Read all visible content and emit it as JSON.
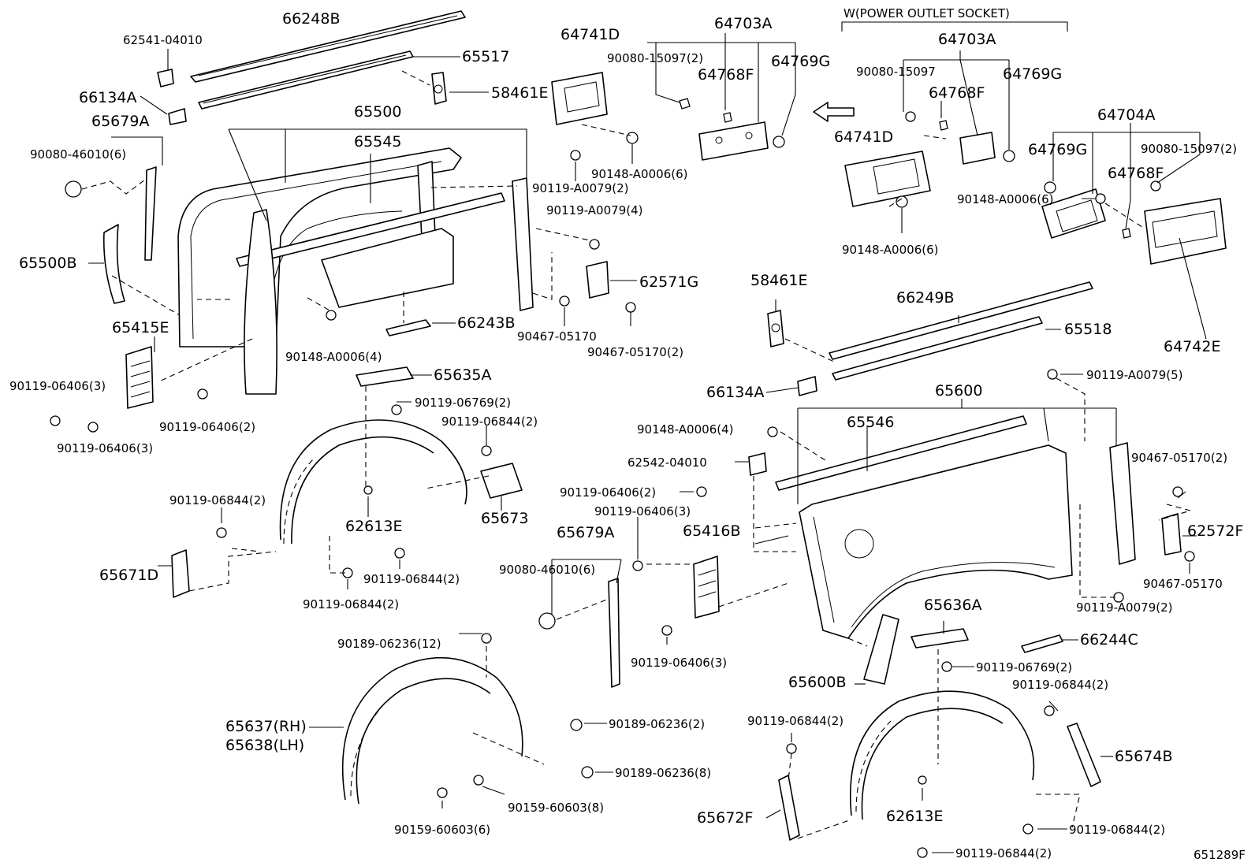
{
  "diagram": {
    "variant_header": "W(POWER OUTLET SOCKET)",
    "figure_code": "651289F",
    "labels": {
      "p66248B": "66248B",
      "p62541_04010": "62541-04010",
      "p65517": "65517",
      "p58461E_a": "58461E",
      "p66134A_a": "66134A",
      "p65679A_a": "65679A",
      "p65500": "65500",
      "p65545": "65545",
      "p90080_46010_a": "90080-46010(6)",
      "p65500B": "65500B",
      "p65415E": "65415E",
      "p90119_06406_3a": "90119-06406(3)",
      "p90119_06406_3b": "90119-06406(3)",
      "p90119_06406_2a": "90119-06406(2)",
      "p90148_A0006_4a": "90148-A0006(4)",
      "p65635A": "65635A",
      "p90119_06769_a": "90119-06769(2)",
      "p90119_06844_a": "90119-06844(2)",
      "p90119_06844_b": "90119-06844(2)",
      "p62613E_a": "62613E",
      "p65673": "65673",
      "p65671D": "65671D",
      "p90119_06844_c": "90119-06844(2)",
      "p90119_06844_d": "90119-06844(2)",
      "p90119_A0079_2a": "90119-A0079(2)",
      "p90119_A0079_4": "90119-A0079(4)",
      "p62571G": "62571G",
      "p66243B": "66243B",
      "p90467_05170_a": "90467-05170",
      "p90467_05170_2a": "90467-05170(2)",
      "p64741D_a": "64741D",
      "p64703A_a": "64703A",
      "p90080_15097_2a": "90080-15097(2)",
      "p64768F_a": "64768F",
      "p64769G_a": "64769G",
      "p90148_A0006_6a": "90148-A0006(6)",
      "p64703A_b": "64703A",
      "p90080_15097_b": "90080-15097",
      "p64768F_b": "64768F",
      "p64769G_b": "64769G",
      "p64741D_b": "64741D",
      "p90148_A0006_6b": "90148-A0006(6)",
      "p64704A": "64704A",
      "p64769G_c": "64769G",
      "p90080_15097_2c": "90080-15097(2)",
      "p64768F_c": "64768F",
      "p90148_A0006_6c": "90148-A0006(6)",
      "p64742E": "64742E",
      "p58461E_b": "58461E",
      "p66249B": "66249B",
      "p65518": "65518",
      "p66134A_b": "66134A",
      "p90119_A0079_5": "90119-A0079(5)",
      "p65600": "65600",
      "p90148_A0006_4b": "90148-A0006(4)",
      "p65546": "65546",
      "p62542_04010": "62542-04010",
      "p90119_06406_2b": "90119-06406(2)",
      "p90119_06406_3c": "90119-06406(3)",
      "p65416B": "65416B",
      "p90467_05170_2b": "90467-05170(2)",
      "p62572F": "62572F",
      "p90467_05170_b": "90467-05170",
      "p90119_A0079_2b": "90119-A0079(2)",
      "p65679A_b": "65679A",
      "p90080_46010_b": "90080-46010(6)",
      "p90119_06406_3d": "90119-06406(3)",
      "p65636A": "65636A",
      "p66244C": "66244C",
      "p90119_06769_b": "90119-06769(2)",
      "p65600B": "65600B",
      "p90119_06844_e": "90119-06844(2)",
      "p90119_06844_f": "90119-06844(2)",
      "p65674B": "65674B",
      "p90189_06236_12": "90189-06236(12)",
      "p65637": "65637(RH)",
      "p65638": "65638(LH)",
      "p90189_06236_2": "90189-06236(2)",
      "p90189_06236_8": "90189-06236(8)",
      "p90159_60603_8": "90159-60603(8)",
      "p90159_60603_6": "90159-60603(6)",
      "p62613E_b": "62613E",
      "p65672F": "65672F",
      "p90119_06844_g": "90119-06844(2)",
      "p90119_06844_h": "90119-06844(2)"
    }
  }
}
